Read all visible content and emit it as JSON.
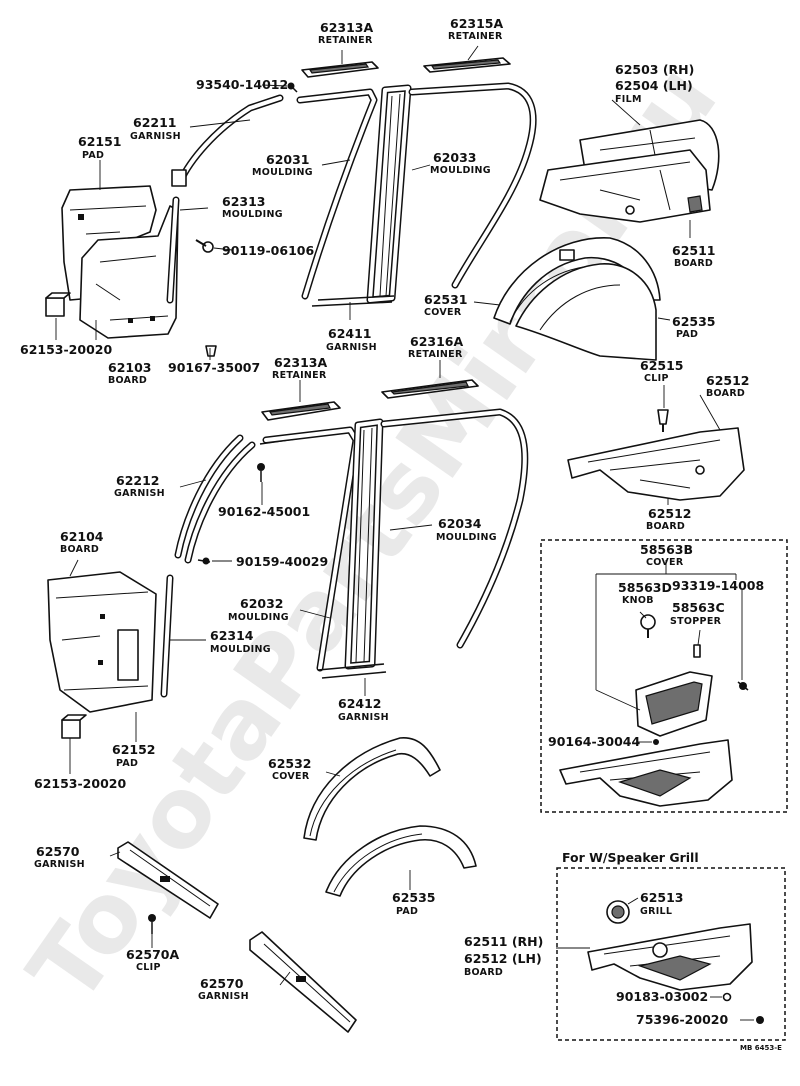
{
  "watermark": "ToyotaPartsMirror.ru",
  "drawing_ref": "MB 6453-E",
  "group_note": "For W/Speaker Grill",
  "labels": {
    "l01": {
      "num": "62313A",
      "name": "RETAINER"
    },
    "l02": {
      "num": "62315A",
      "name": "RETAINER"
    },
    "l03": {
      "num": "93540-14012",
      "name": ""
    },
    "l04": {
      "num": "62211",
      "name": "GARNISH"
    },
    "l05": {
      "num": "62151",
      "name": "PAD"
    },
    "l06": {
      "num": "62031",
      "name": "MOULDING"
    },
    "l07": {
      "num": "62033",
      "name": "MOULDING"
    },
    "l08": {
      "num": "62503 (RH)",
      "name": ""
    },
    "l09": {
      "num": "62504 (LH)",
      "name": "FILM"
    },
    "l10": {
      "num": "62313",
      "name": "MOULDING"
    },
    "l11": {
      "num": "90119-06106",
      "name": ""
    },
    "l12": {
      "num": "62511",
      "name": "BOARD"
    },
    "l13": {
      "num": "62153-20020",
      "name": ""
    },
    "l14": {
      "num": "62103",
      "name": "BOARD"
    },
    "l15": {
      "num": "62531",
      "name": "COVER"
    },
    "l16": {
      "num": "62535",
      "name": "PAD"
    },
    "l17": {
      "num": "62411",
      "name": "GARNISH"
    },
    "l18": {
      "num": "62316A",
      "name": "RETAINER"
    },
    "l19": {
      "num": "90167-35007",
      "name": ""
    },
    "l20": {
      "num": "62313A",
      "name": "RETAINER"
    },
    "l21": {
      "num": "62515",
      "name": "CLIP"
    },
    "l22": {
      "num": "62512",
      "name": "BOARD"
    },
    "l23": {
      "num": "62212",
      "name": "GARNISH"
    },
    "l24": {
      "num": "90162-45001",
      "name": ""
    },
    "l25": {
      "num": "62034",
      "name": "MOULDING"
    },
    "l26": {
      "num": "62512",
      "name": "BOARD"
    },
    "l27": {
      "num": "62104",
      "name": "BOARD"
    },
    "l28": {
      "num": "90159-40029",
      "name": ""
    },
    "l29": {
      "num": "58563B",
      "name": "COVER"
    },
    "l30": {
      "num": "58563D",
      "name": "KNOB"
    },
    "l31": {
      "num": "93319-14008",
      "name": ""
    },
    "l32": {
      "num": "62032",
      "name": "MOULDING"
    },
    "l33": {
      "num": "58563C",
      "name": "STOPPER"
    },
    "l34": {
      "num": "62314",
      "name": "MOULDING"
    },
    "l35": {
      "num": "62412",
      "name": "GARNISH"
    },
    "l36": {
      "num": "62152",
      "name": "PAD"
    },
    "l37": {
      "num": "90164-30044",
      "name": ""
    },
    "l38": {
      "num": "62532",
      "name": "COVER"
    },
    "l39": {
      "num": "62153-20020",
      "name": ""
    },
    "l40": {
      "num": "62570",
      "name": "GARNISH"
    },
    "l41": {
      "num": "62535",
      "name": "PAD"
    },
    "l42": {
      "num": "62513",
      "name": "GRILL"
    },
    "l43": {
      "num": "62511 (RH)",
      "name": ""
    },
    "l44": {
      "num": "62512 (LH)",
      "name": "BOARD"
    },
    "l45": {
      "num": "62570A",
      "name": "CLIP"
    },
    "l46": {
      "num": "90183-03002",
      "name": ""
    },
    "l47": {
      "num": "62570",
      "name": "GARNISH"
    },
    "l48": {
      "num": "75396-20020",
      "name": ""
    }
  }
}
